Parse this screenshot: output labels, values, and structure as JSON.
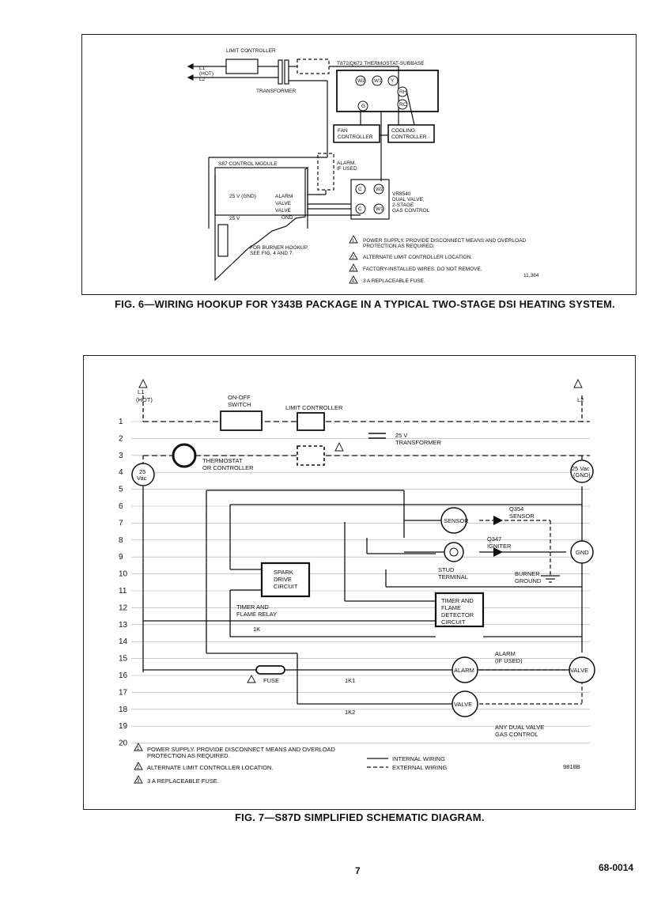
{
  "fig6": {
    "caption": "FIG. 6—WIRING HOOKUP FOR Y343B PACKAGE IN A TYPICAL TWO-STAGE DSI HEATING SYSTEM.",
    "limit_controller": "LIMIT CONTROLLER",
    "l1": "L1",
    "hot": "(HOT)",
    "l2": "L2",
    "transformer": "TRANSFORMER",
    "thermostat": "T872/Q672 THERMOSTAT-SUBBASE",
    "terminals": [
      "W2",
      "W1",
      "Y",
      "RH",
      "RC",
      "G"
    ],
    "fan_controller": [
      "FAN",
      "CONTROLLER"
    ],
    "cooling_controller": [
      "COOLING",
      "CONTROLLER"
    ],
    "module": "S87 CONTROL MODULE",
    "gnd25": "25 V (GND)",
    "v25": "25 V",
    "module_terms": [
      "ALARM",
      "VALVE",
      "VALVE",
      "GND"
    ],
    "alarm": [
      "ALARM,",
      "IF USED"
    ],
    "vr_terms": [
      "C",
      "W2",
      "C",
      "W1"
    ],
    "vr": [
      "VR8540",
      "DUAL VALVE,",
      "2-STAGE",
      "GAS CONTROL"
    ],
    "burner": [
      "FOR BURNER HOOKUP,",
      "SEE FIG. 4 AND 7."
    ],
    "notes": [
      {
        "n": "1",
        "lines": [
          "POWER SUPPLY. PROVIDE DISCONNECT MEANS AND OVERLOAD",
          "PROTECTION AS REQUIRED."
        ]
      },
      {
        "n": "2",
        "lines": [
          "ALTERNATE LIMIT CONTROLLER LOCATION."
        ]
      },
      {
        "n": "3",
        "lines": [
          "FACTORY-INSTALLED WIRES. DO NOT REMOVE."
        ]
      },
      {
        "n": "4",
        "lines": [
          "3 A REPLACEABLE FUSE."
        ]
      }
    ],
    "code": "11,384"
  },
  "fig7": {
    "caption": "FIG. 7—S87D SIMPLIFIED SCHEMATIC DIAGRAM.",
    "l1": "L1",
    "hot": "(HOT)",
    "l2": "L2",
    "on_off": [
      "ON-OFF",
      "SWITCH"
    ],
    "limit_controller": "LIMIT CONTROLLER",
    "transformer": [
      "25 V",
      "TRANSFORMER"
    ],
    "thermostat": [
      "THERMOSTAT",
      "OR CONTROLLER"
    ],
    "left_source": [
      "25",
      "Vac"
    ],
    "right_source": [
      "25 Vac",
      "(GND)"
    ],
    "sensor": "SENSOR",
    "q354": [
      "Q354",
      "SENSOR"
    ],
    "q347": [
      "Q347",
      "IGNITER"
    ],
    "gnd": "GND",
    "stud": [
      "STUD",
      "TERMINAL"
    ],
    "burner_ground": [
      "BURNER",
      "GROUND"
    ],
    "spark": [
      "SPARK",
      "DRIVE",
      "CIRCUIT"
    ],
    "relay": [
      "TIMER AND",
      "FLAME RELAY"
    ],
    "k1": "1K",
    "timer": [
      "TIMER AND",
      "FLAME",
      "DETECTOR",
      "CIRCUIT"
    ],
    "fuse": "FUSE",
    "k1_1": "1K1",
    "k1_2": "1K2",
    "alarm": "ALARM",
    "alarm_used": [
      "ALARM",
      "(IF USED)"
    ],
    "valve": "VALVE",
    "dual": [
      "ANY DUAL VALVE",
      "GAS CONTROL"
    ],
    "rows": [
      "1",
      "2",
      "3",
      "4",
      "5",
      "6",
      "7",
      "8",
      "9",
      "10",
      "11",
      "12",
      "13",
      "14",
      "15",
      "16",
      "17",
      "18",
      "19",
      "20"
    ],
    "notes": [
      {
        "n": "1",
        "lines": [
          "POWER SUPPLY. PROVIDE DISCONNECT MEANS AND OVERLOAD",
          "PROTECTION AS REQUIRED."
        ]
      },
      {
        "n": "2",
        "lines": [
          "ALTERNATE LIMIT CONTROLLER LOCATION."
        ]
      },
      {
        "n": "3",
        "lines": [
          "3 A REPLACEABLE FUSE."
        ]
      }
    ],
    "internal": "INTERNAL WIRING",
    "external": "EXTERNAL WIRING",
    "code": "9818B"
  },
  "page_number": "7",
  "doc_number": "68-0014"
}
